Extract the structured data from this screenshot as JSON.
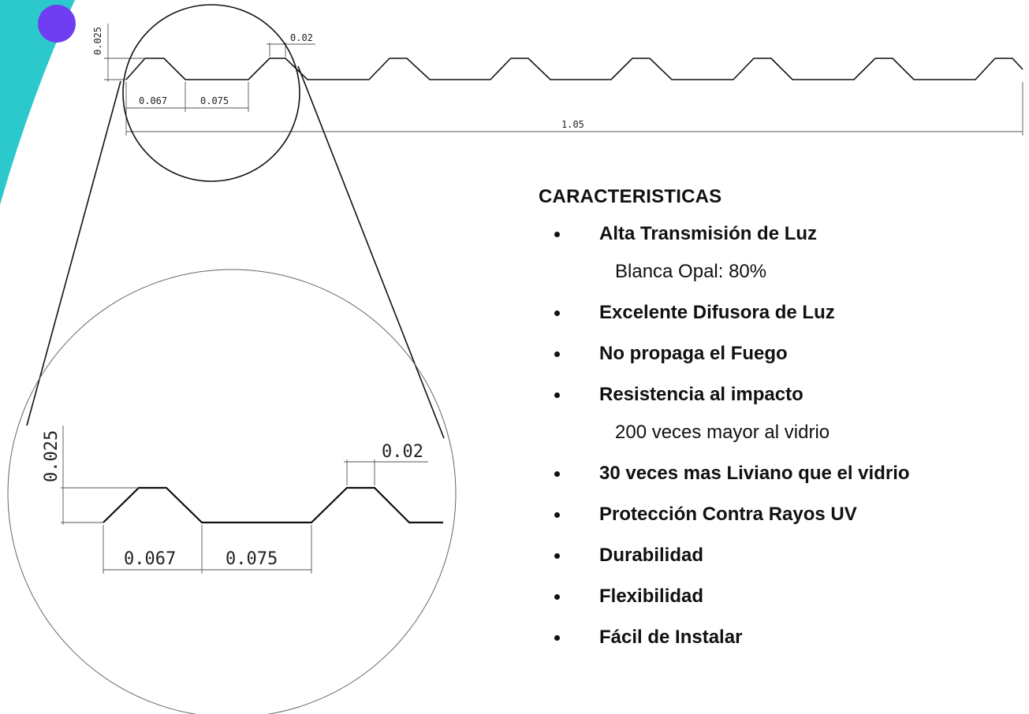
{
  "colors": {
    "accent_teal": "#2bc8cc",
    "accent_purple": "#6f3df2",
    "line": "#111111",
    "dim_line": "#555555"
  },
  "profile_dims": {
    "height": "0.025",
    "crest": "0.02",
    "flank": "0.067",
    "valley": "0.075",
    "total_width": "1.05"
  },
  "zoom_dims": {
    "height": "0.025",
    "crest": "0.02",
    "flank": "0.067",
    "valley": "0.075"
  },
  "features": {
    "title": "CARACTERISTICAS",
    "items": [
      {
        "label": "Alta Transmisión de Luz",
        "sub": "Blanca Opal:   80%"
      },
      {
        "label": "Excelente Difusora de Luz"
      },
      {
        "label": "No propaga el Fuego"
      },
      {
        "label": "Resistencia al impacto",
        "sub": "200 veces mayor al vidrio"
      },
      {
        "label": "30 veces mas Liviano que el vidrio"
      },
      {
        "label": "Protección Contra Rayos UV"
      },
      {
        "label": "Durabilidad"
      },
      {
        "label": "Flexibilidad"
      },
      {
        "label": "Fácil de Instalar"
      }
    ]
  }
}
